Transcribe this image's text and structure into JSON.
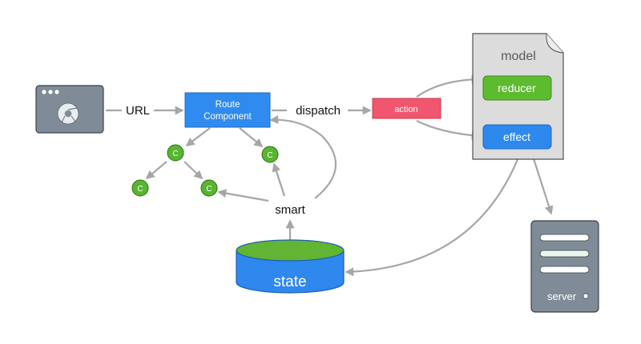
{
  "labels": {
    "url": "URL",
    "route_line1": "Route",
    "route_line2": "Component",
    "dispatch": "dispatch",
    "action": "action",
    "model": "model",
    "reducer": "reducer",
    "effect": "effect",
    "smart": "smart",
    "state": "state",
    "server": "server",
    "component": "C"
  },
  "colors": {
    "route_component": "#2f8bf0",
    "action": "#f0566d",
    "component": "#58b530",
    "reducer": "#5dbb2f",
    "effect": "#2e89ee",
    "state_top": "#61b532",
    "state_body": "#2f88ee",
    "browser": "#7f8c98",
    "server": "#7f8c98",
    "model_doc": "#dcdcdc",
    "edge": "#a6a6a6"
  },
  "icons": {
    "browser": "browser-window-icon",
    "chrome": "chrome-logo-icon",
    "server": "server-icon",
    "database": "database-icon",
    "document": "document-icon"
  }
}
